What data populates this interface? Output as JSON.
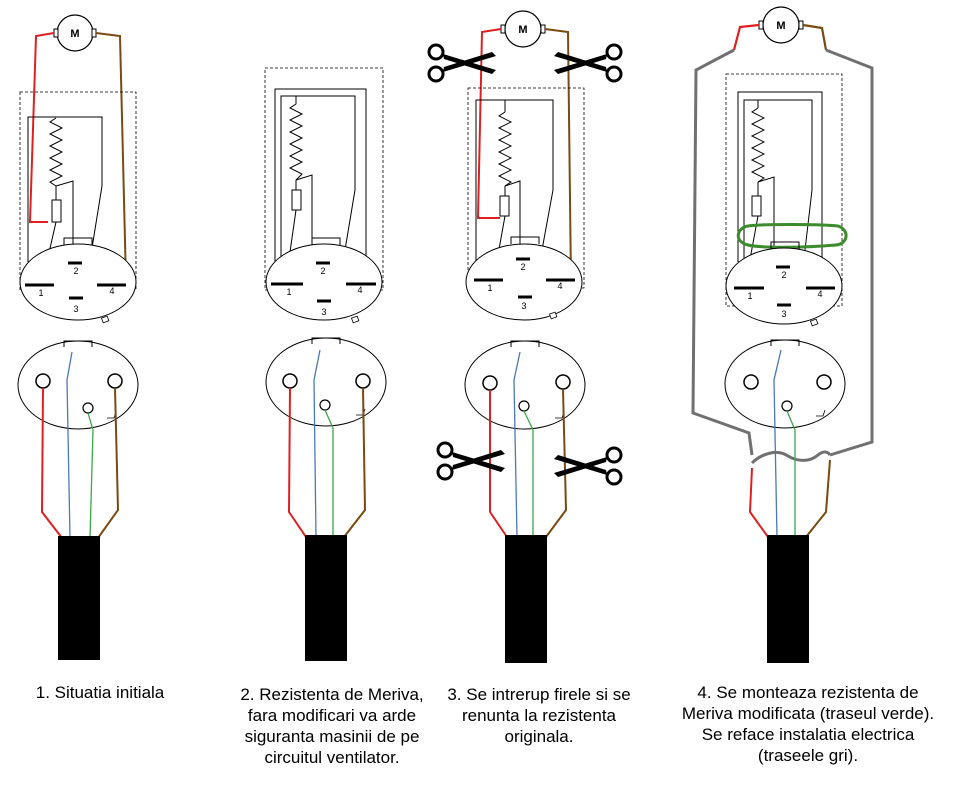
{
  "colors": {
    "red": "#e02020",
    "brown": "#7a4a10",
    "blue": "#4a78b8",
    "green_wire": "#3aa84a",
    "green_resistor_route": "#3c8c2e",
    "grey_route": "#707070",
    "cable": "#000000"
  },
  "labels": {
    "motor": "M",
    "pin1": "1",
    "pin2": "2",
    "pin3": "3",
    "pin4": "4"
  },
  "panels": [
    {
      "caption": "1. Situatia initiala"
    },
    {
      "caption": "2. Rezistenta de Meriva, fara modificari va arde siguranta masinii de pe circuitul ventilator."
    },
    {
      "caption": "3. Se intrerup firele si se renunta la rezistenta originala."
    },
    {
      "caption": "4. Se monteaza rezistenta de Meriva modificata (traseul verde). Se reface instalatia electrica (traseele gri)."
    }
  ]
}
